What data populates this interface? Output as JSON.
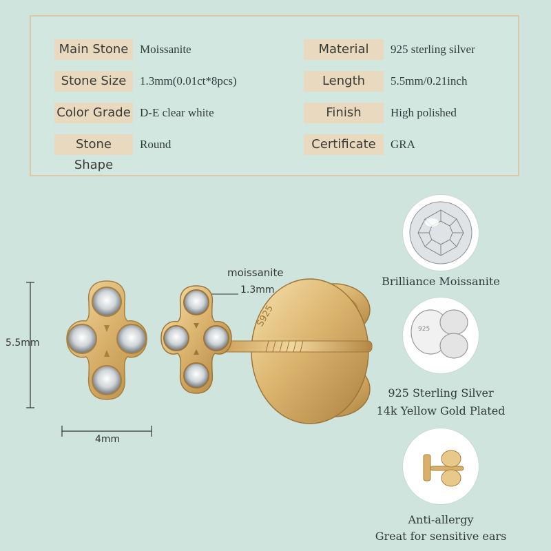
{
  "specs": [
    {
      "label": "Main Stone",
      "value": "Moissanite"
    },
    {
      "label": "Stone Size",
      "value": "1.3mm(0.01ct*8pcs)"
    },
    {
      "label": "Color Grade",
      "value": "D-E clear white"
    },
    {
      "label": "Stone Shape",
      "value": "Round"
    },
    {
      "label": "Material",
      "value": "925 sterling silver"
    },
    {
      "label": "Length",
      "value": "5.5mm/0.21inch"
    },
    {
      "label": "Finish",
      "value": "High polished"
    },
    {
      "label": "Certificate",
      "value": "GRA"
    }
  ],
  "dimensions": {
    "height": "5.5mm",
    "width": "4mm"
  },
  "callout": {
    "name": "moissanite",
    "size": "1.3mm"
  },
  "stamp": "S925",
  "features": [
    {
      "lines": [
        "Brilliance Moissanite"
      ],
      "icon": "moissanite-stone-icon"
    },
    {
      "lines": [
        "925 Sterling Silver",
        "14k Yellow Gold Plated"
      ],
      "icon": "earring-back-icon"
    },
    {
      "lines": [
        "Anti-allergy",
        "Great for sensitive ears"
      ],
      "icon": "post-and-back-icon"
    }
  ],
  "colors": {
    "background": "#cfe4dd",
    "label_bg": "#e8d9bf",
    "gold": "#d8b06a"
  }
}
